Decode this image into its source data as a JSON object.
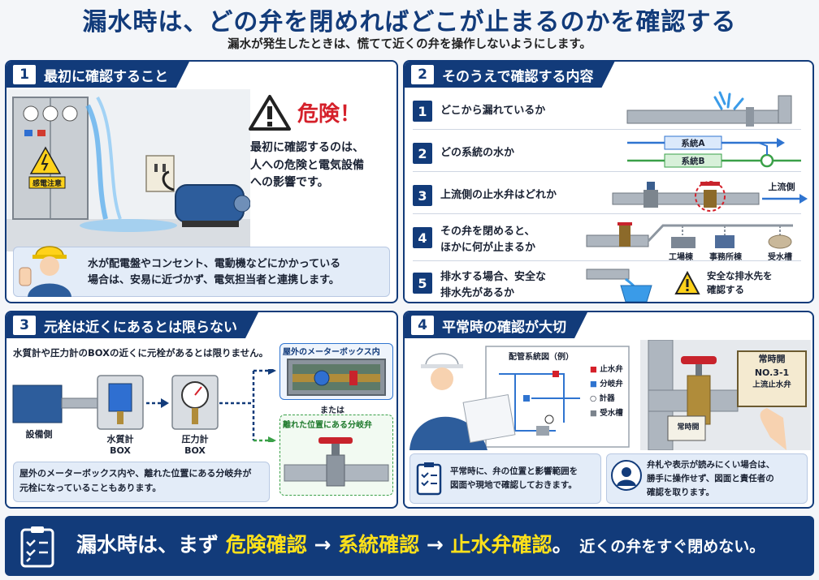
{
  "title": "漏水時は、どの弁を閉めればどこが止まるのかを確認する",
  "subtitle": "漏水が発生したときは、慌てて近くの弁を操作しないようにします。",
  "panel1": {
    "num": "1",
    "heading": "最初に確認すること",
    "danger": "危険！",
    "caution_label": "感電注意",
    "text": [
      "最初に確認するのは、",
      "人への危険と電気設備",
      "への影響です。"
    ],
    "note": [
      "水が配電盤やコンセント、電動機などにかかっている",
      "場合は、安易に近づかず、電気担当者と連携します。"
    ]
  },
  "panel2": {
    "num": "2",
    "heading": "そのうえで確認する内容",
    "rows": [
      {
        "num": "1",
        "lines": [
          "どこから漏れているか"
        ]
      },
      {
        "num": "2",
        "lines": [
          "どの系統の水か"
        ]
      },
      {
        "num": "3",
        "lines": [
          "上流側の止水弁はどれか"
        ]
      },
      {
        "num": "4",
        "lines": [
          "その弁を閉めると、",
          "ほかに何が止まるか"
        ]
      },
      {
        "num": "5",
        "lines": [
          "排水する場合、安全な",
          "排水先があるか"
        ]
      }
    ],
    "system_a": "系統A",
    "system_b": "系統B",
    "upstream": "上流側",
    "factory": "工場棟",
    "office": "事務所棟",
    "tank": "受水槽",
    "drain_note": [
      "安全な排水先を",
      "確認する"
    ]
  },
  "panel3": {
    "num": "3",
    "heading": "元栓は近くにあるとは限らない",
    "lead": "水質計や圧力計のBOXの近くに元栓があるとは限りません。",
    "equip": "設備側",
    "quality_box": [
      "水質計",
      "BOX"
    ],
    "pressure_box": [
      "圧力計",
      "BOX"
    ],
    "outdoor_meter": "屋外のメーターボックス内",
    "or_text": "または",
    "branch_valve": "離れた位置にある分岐弁",
    "note": [
      "屋外のメーターボックス内や、離れた位置にある分岐弁が",
      "元栓になっていることもあります。"
    ]
  },
  "panel4": {
    "num": "4",
    "heading": "平常時の確認が大切",
    "diagram_title": "配管系統図（例）",
    "legend": [
      "止水弁",
      "分岐弁",
      "計器",
      "受水槽"
    ],
    "tag_small": [
      "常時開"
    ],
    "tag_big": [
      "常時開",
      "NO.3-1",
      "上流止水弁"
    ],
    "note_left": [
      "平常時に、弁の位置と影響範囲を",
      "図面や現地で確認しておきます。"
    ],
    "note_right": [
      "弁札や表示が読みにくい場合は、",
      "勝手に操作せず、図面と責任者の",
      "確認を取ります。"
    ]
  },
  "bottom": {
    "part1": "漏水時は、まず",
    "hl1": "危険確認",
    "arrow": "→",
    "hl2": "系統確認",
    "hl3": "止水弁確認",
    "part2": "。",
    "tail": "近くの弁をすぐ閉めない。"
  }
}
